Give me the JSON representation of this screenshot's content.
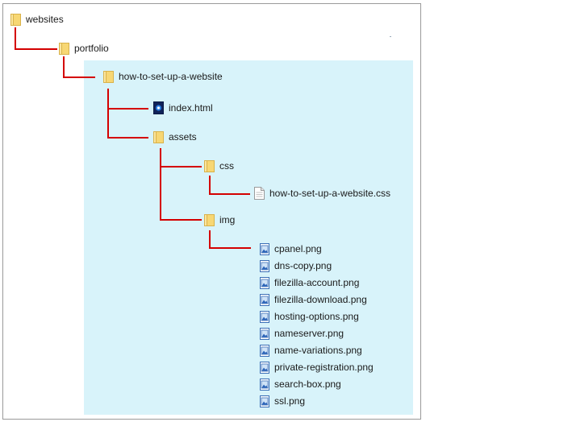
{
  "tree": {
    "websites": {
      "label": "websites",
      "icon": "folder-icon"
    },
    "portfolio": {
      "label": "portfolio",
      "icon": "folder-icon"
    },
    "project": {
      "label": "how-to-set-up-a-website",
      "icon": "folder-icon"
    },
    "index": {
      "label": "index.html",
      "icon": "html-file-icon"
    },
    "assets": {
      "label": "assets",
      "icon": "folder-icon"
    },
    "css": {
      "label": "css",
      "icon": "folder-icon"
    },
    "css_file": {
      "label": "how-to-set-up-a-website.css",
      "icon": "text-file-icon"
    },
    "img": {
      "label": "img",
      "icon": "folder-icon"
    },
    "images": [
      {
        "label": "cpanel.png",
        "icon": "image-file-icon"
      },
      {
        "label": "dns-copy.png",
        "icon": "image-file-icon"
      },
      {
        "label": "filezilla-account.png",
        "icon": "image-file-icon"
      },
      {
        "label": "filezilla-download.png",
        "icon": "image-file-icon"
      },
      {
        "label": "hosting-options.png",
        "icon": "image-file-icon"
      },
      {
        "label": "nameserver.png",
        "icon": "image-file-icon"
      },
      {
        "label": "name-variations.png",
        "icon": "image-file-icon"
      },
      {
        "label": "private-registration.png",
        "icon": "image-file-icon"
      },
      {
        "label": "search-box.png",
        "icon": "image-file-icon"
      },
      {
        "label": "ssl.png",
        "icon": "image-file-icon"
      }
    ]
  },
  "colors": {
    "connector": "#d40000",
    "highlight": "#d8f3fa",
    "folder": "#f7d774"
  }
}
